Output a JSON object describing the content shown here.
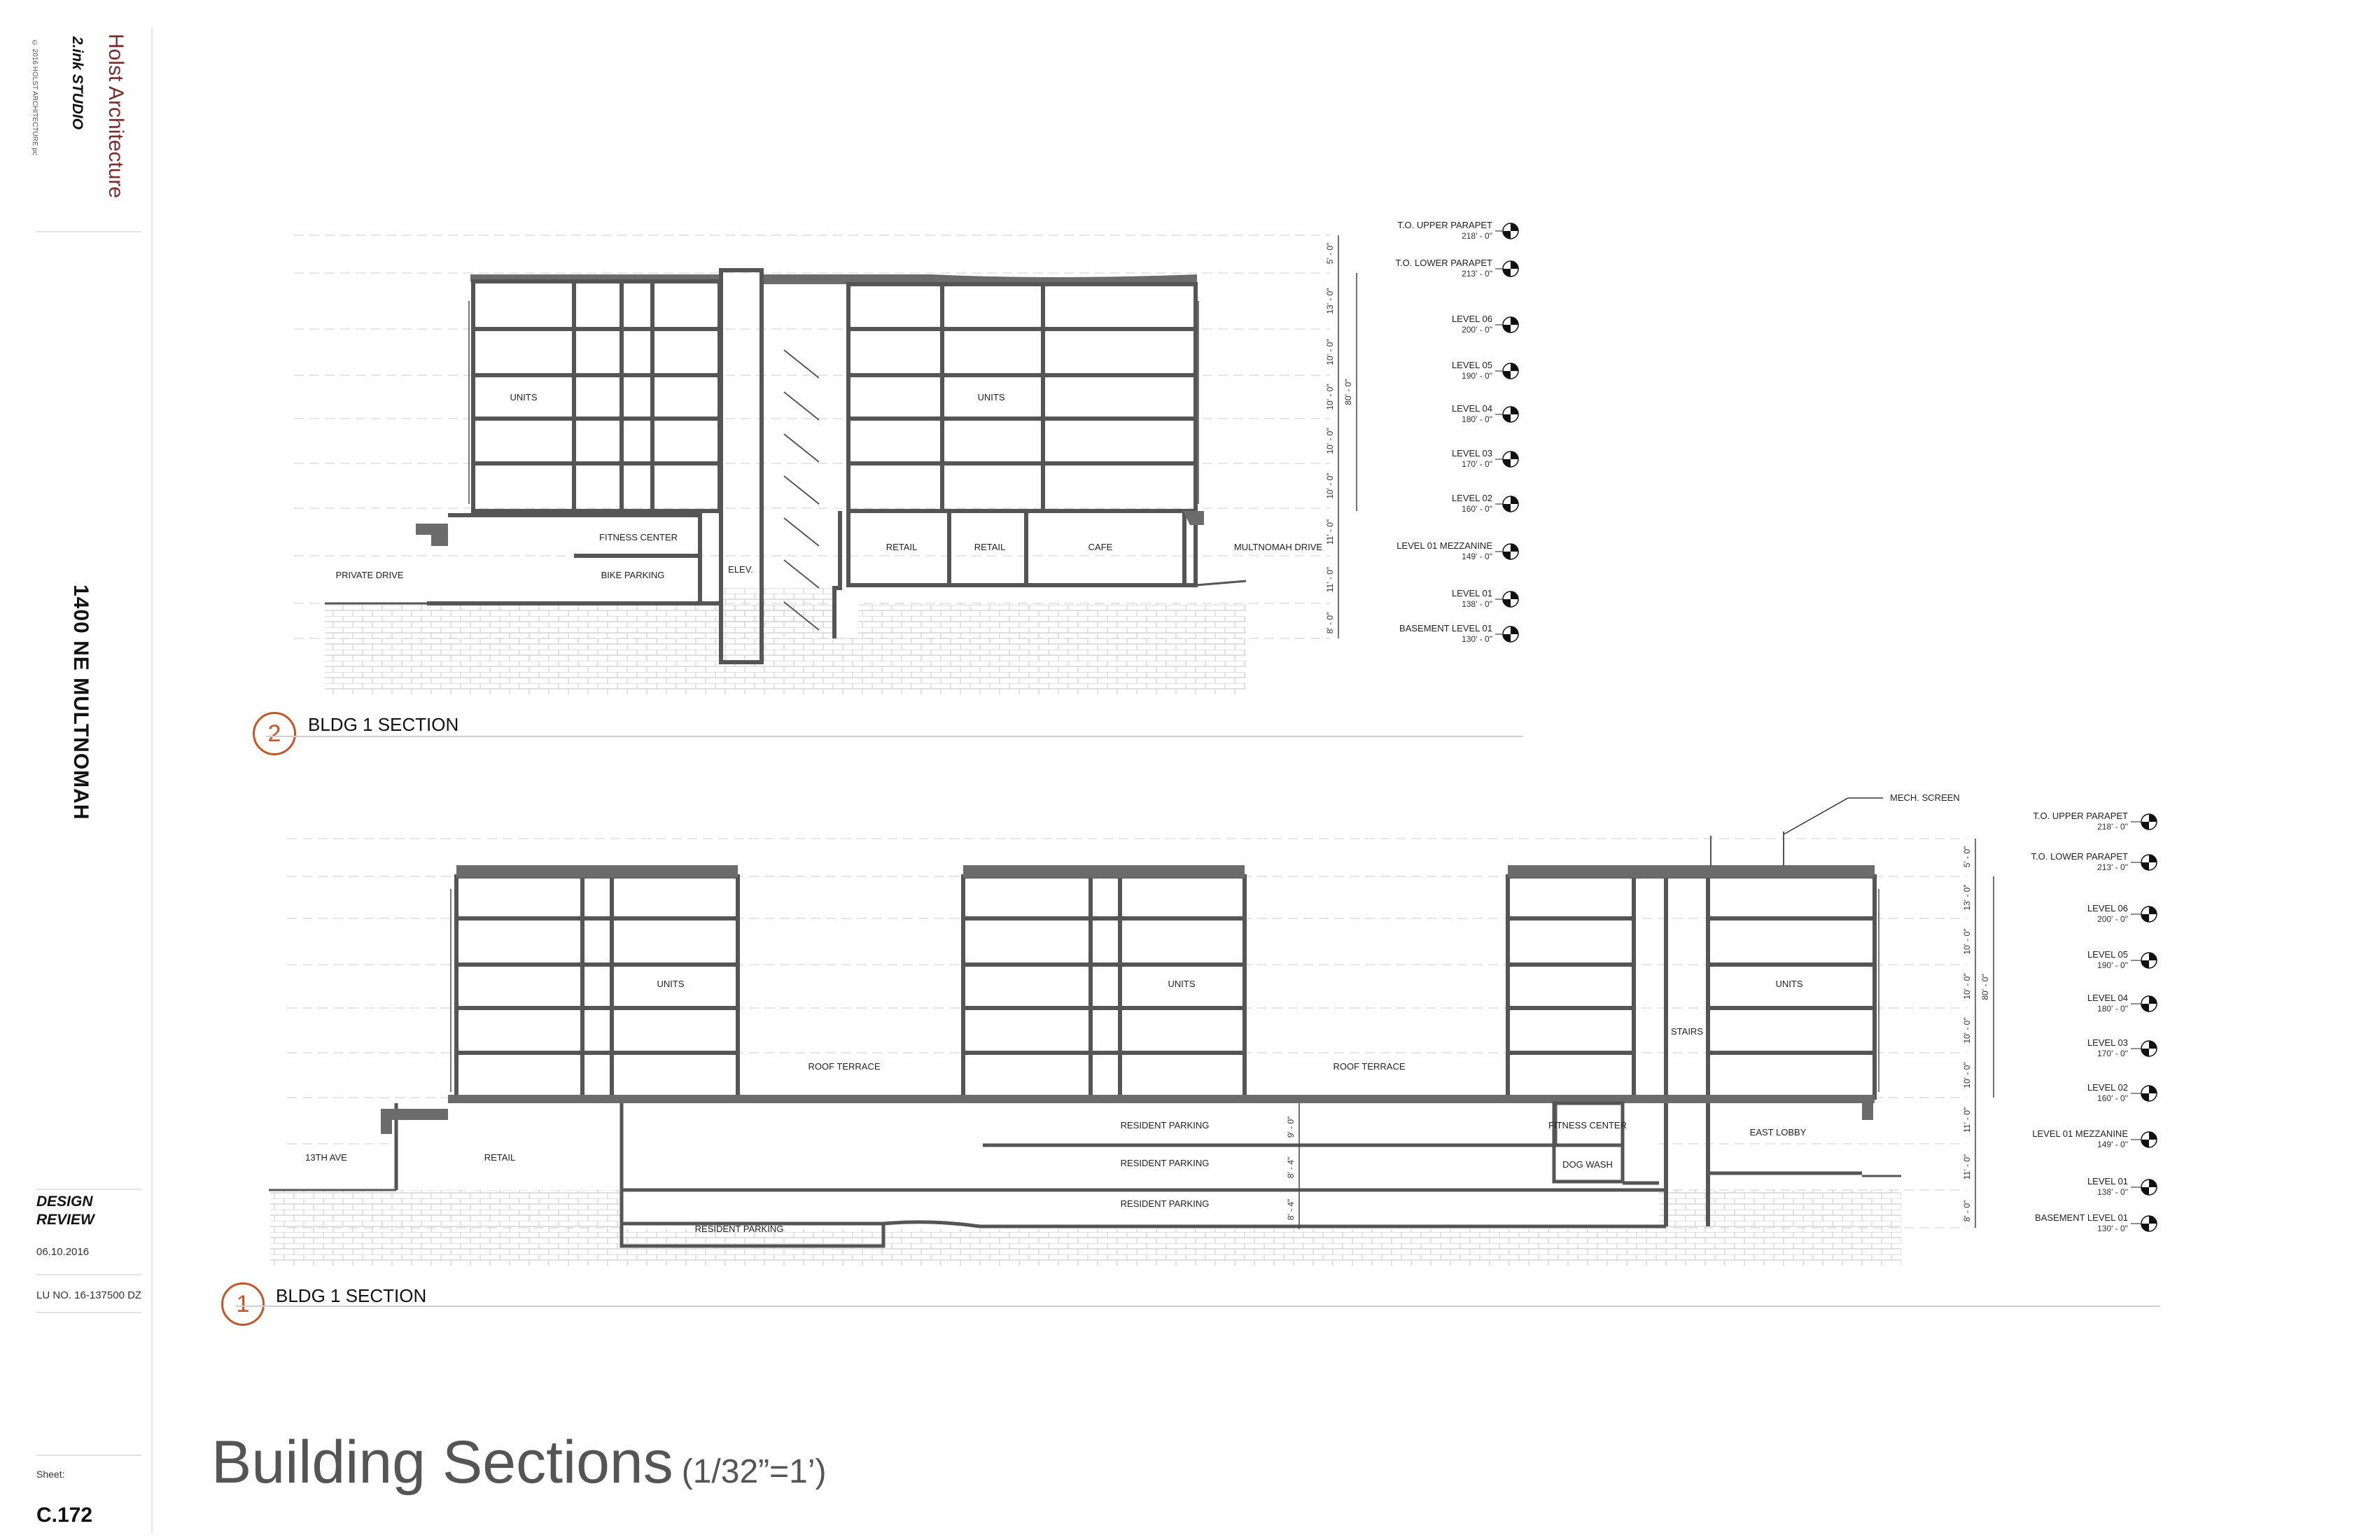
{
  "sidebar": {
    "firm": "Holst Architecture",
    "studio": "2.ink STUDIO",
    "copyright": "© 2016 HOLST ARCHITECTURE pc",
    "project": "1400 NE MULTNOMAH",
    "phase_line1": "DESIGN",
    "phase_line2": "REVIEW",
    "date": "06.10.2016",
    "lu_number": "LU NO. 16-137500 DZ",
    "sheet_label": "Sheet:",
    "sheet_number": "C.172"
  },
  "title": {
    "main": "Building Sections",
    "scale": "(1/32”=1’)"
  },
  "sections": [
    {
      "marker": "2",
      "label": "BLDG 1 SECTION",
      "levels": [
        {
          "name": "T.O. UPPER PARAPET",
          "elev": "218' - 0\""
        },
        {
          "name": "T.O. LOWER PARAPET",
          "elev": "213' - 0\""
        },
        {
          "name": "LEVEL 06",
          "elev": "200' - 0\""
        },
        {
          "name": "LEVEL 05",
          "elev": "190' - 0\""
        },
        {
          "name": "LEVEL 04",
          "elev": "180' - 0\""
        },
        {
          "name": "LEVEL 03",
          "elev": "170' - 0\""
        },
        {
          "name": "LEVEL 02",
          "elev": "160' - 0\""
        },
        {
          "name": "LEVEL 01 MEZZANINE",
          "elev": "149' - 0\""
        },
        {
          "name": "LEVEL 01",
          "elev": "138' - 0\""
        },
        {
          "name": "BASEMENT LEVEL 01",
          "elev": "130' - 0\""
        }
      ],
      "dims": [
        "5' - 0\"",
        "13' - 0\"",
        "10' - 0\"",
        "10' - 0\"",
        "10' - 0\"",
        "10' - 0\"",
        "11' - 0\"",
        "11' - 0\"",
        "8' - 0\""
      ],
      "overall_dim": "80' - 0\"",
      "rooms": {
        "units_left": "UNITS",
        "units_right": "UNITS",
        "fitness": "FITNESS CENTER",
        "bike": "BIKE PARKING",
        "elev": "ELEV.",
        "retail1": "RETAIL",
        "retail2": "RETAIL",
        "cafe": "CAFE",
        "private_drive": "PRIVATE  DRIVE",
        "multnomah_drive": "MULTNOMAH DRIVE"
      }
    },
    {
      "marker": "1",
      "label": "BLDG  1 SECTION",
      "levels": [
        {
          "name": "T.O. UPPER PARAPET",
          "elev": "218' - 0\""
        },
        {
          "name": "T.O. LOWER PARAPET",
          "elev": "213' - 0\""
        },
        {
          "name": "LEVEL 06",
          "elev": "200' - 0\""
        },
        {
          "name": "LEVEL 05",
          "elev": "190' - 0\""
        },
        {
          "name": "LEVEL 04",
          "elev": "180' - 0\""
        },
        {
          "name": "LEVEL 03",
          "elev": "170' - 0\""
        },
        {
          "name": "LEVEL 02",
          "elev": "160' - 0\""
        },
        {
          "name": "LEVEL 01 MEZZANINE",
          "elev": "149' - 0\""
        },
        {
          "name": "LEVEL 01",
          "elev": "138' - 0\""
        },
        {
          "name": "BASEMENT LEVEL 01",
          "elev": "130' - 0\""
        }
      ],
      "dims": [
        "5' - 0\"",
        "13' - 0\"",
        "10' - 0\"",
        "10' - 0\"",
        "10' - 0\"",
        "10' - 0\"",
        "11' - 0\"",
        "11' - 0\"",
        "8' - 0\""
      ],
      "overall_dim": "80' - 0\"",
      "parking_dims": [
        "9' - 0\"",
        "8' - 4\"",
        "8' - 4\""
      ],
      "mech_screen": "MECH. SCREEN",
      "rooms": {
        "units_a": "UNITS",
        "units_b": "UNITS",
        "units_c": "UNITS",
        "roof_terrace_1": "ROOF TERRACE",
        "roof_terrace_2": "ROOF TERRACE",
        "stairs": "STAIRS",
        "retail": "RETAIL",
        "thirteenth_ave": "13TH AVE",
        "res_parking_1": "RESIDENT PARKING",
        "res_parking_2": "RESIDENT PARKING",
        "res_parking_3": "RESIDENT PARKING",
        "res_parking_4": "RESIDENT PARKING",
        "fitness": "FITNESS CENTER",
        "dog_wash": "DOG WASH",
        "east_lobby": "EAST LOBBY"
      }
    }
  ],
  "colors": {
    "accent": "#c0582b",
    "firm": "#7a2b2b",
    "wall": "#555555",
    "line": "#333333"
  }
}
